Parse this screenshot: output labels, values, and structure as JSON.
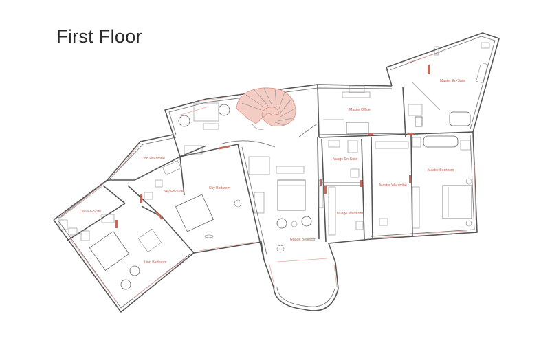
{
  "title": "First Floor",
  "rooms": {
    "master_en_suite": "Master En-Suite",
    "master_office": "Master Office",
    "lion_wardrobe": "Lion Wardrobe",
    "sky_en_suite": "Sky En-Suite",
    "sky_bedroom": "Sky Bedroom",
    "nuage_en_suite": "Nuage En-Suite",
    "master_wardrobe": "Master Wardrobe",
    "master_bedroom": "Master Bedroom",
    "lion_en_suite": "Lion En-Suite",
    "nuage_wardrobe": "Nuage Wardrobe",
    "nuage_bedroom": "Nuage Bedroom",
    "lion_bedroom": "Lion Bedroom"
  },
  "colors": {
    "label": "#c0604f",
    "stair": "#f3cdc4",
    "wall": "#555555",
    "accent": "#c46a5a"
  }
}
